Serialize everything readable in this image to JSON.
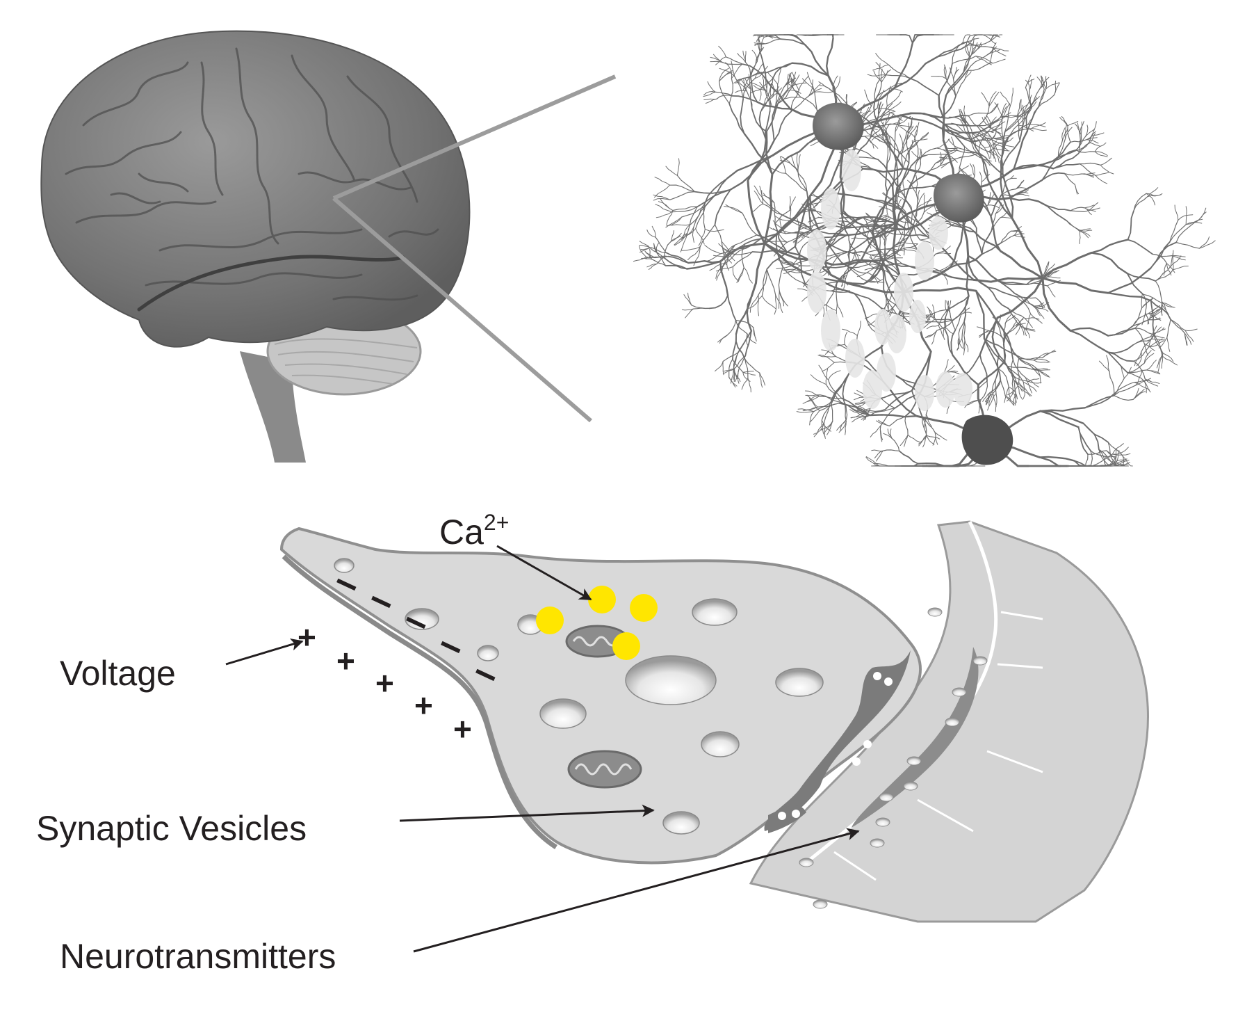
{
  "labels": {
    "calcium": "Ca",
    "calcium_charge": "2+",
    "voltage": "Voltage",
    "synaptic_vesicles": "Synaptic Vesicles",
    "neurotransmitters": "Neurotransmitters"
  },
  "membrane_signs": {
    "inner": "–",
    "outer": "+"
  },
  "colors": {
    "brain": "#7a7a7a",
    "cerebellum": "#c8c8c8",
    "dendrite": "#6d6d6d",
    "terminal_fill": "#d7d7d7",
    "terminal_edge": "#8f8f8f",
    "active_zone": "#7b7b7b",
    "calcium_ion": "#ffe600",
    "postsynaptic_fill": "#d4d4d4",
    "text": "#231f20"
  }
}
